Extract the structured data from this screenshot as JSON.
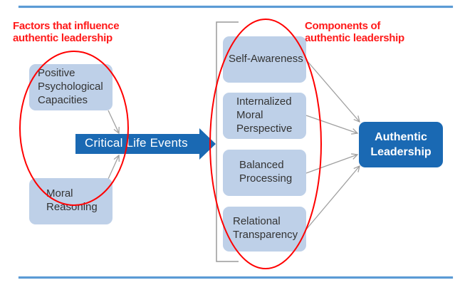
{
  "diagram": {
    "left_annotation": "Factors that influence\nauthentic leadership",
    "right_annotation": "Components of\nauthentic leadership",
    "factors": [
      {
        "label": "Positive\nPsychological\nCapacities"
      },
      {
        "label": "Moral\nReasoning"
      }
    ],
    "mediator": {
      "label": "Critical Life Events"
    },
    "components": [
      {
        "label": "Self-Awareness"
      },
      {
        "label": "Internalized\nMoral\nPerspective"
      },
      {
        "label": "Balanced\nProcessing"
      },
      {
        "label": "Relational\nTransparency"
      }
    ],
    "outcome": {
      "label": "Authentic\nLeadership"
    },
    "colors": {
      "box_fill": "#bed0e8",
      "accent_blue": "#1a69b3",
      "annotation_red": "#ff1a1a",
      "rule_blue": "#5b9bd5",
      "connector_gray": "#a0a0a0"
    }
  }
}
